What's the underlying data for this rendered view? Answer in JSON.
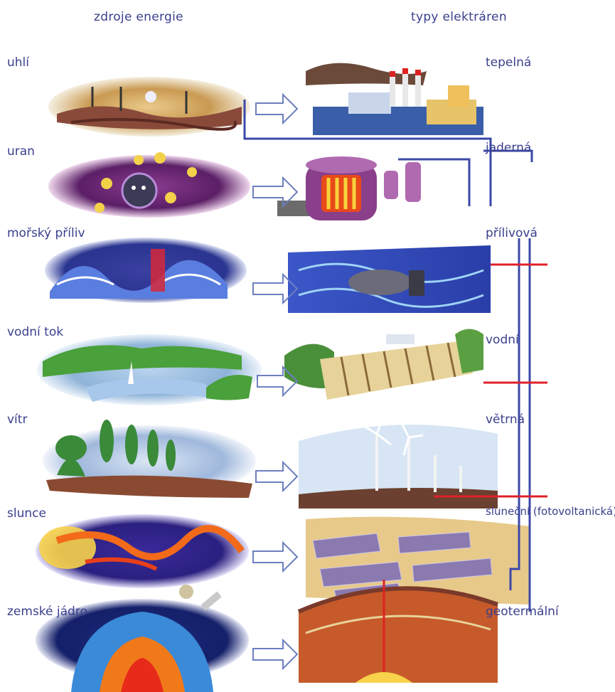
{
  "headers": {
    "sources": "zdroje energie",
    "plants": "typy elektráren"
  },
  "rows": [
    {
      "source": "uhlí",
      "plant": "tepelná",
      "icon": "coal-mining-icon",
      "plant_icon": "thermal-plant-icon"
    },
    {
      "source": "uran",
      "plant": "jaderná",
      "icon": "uranium-atom-icon",
      "plant_icon": "nuclear-reactor-icon"
    },
    {
      "source": "mořský příliv",
      "plant": "přílivová",
      "icon": "ocean-wave-icon",
      "plant_icon": "tidal-turbine-icon"
    },
    {
      "source": "vodní tok",
      "plant": "vodní",
      "icon": "river-icon",
      "plant_icon": "dam-icon"
    },
    {
      "source": "vítr",
      "plant": "větrná",
      "icon": "wind-trees-icon",
      "plant_icon": "wind-farm-icon"
    },
    {
      "source": "slunce",
      "plant": "sluneční (fotovoltanická)",
      "icon": "sun-flare-icon",
      "plant_icon": "solar-farm-icon"
    },
    {
      "source": "zemské jádro",
      "plant": "geotermální",
      "icon": "earth-core-icon",
      "plant_icon": "geothermal-icon"
    }
  ],
  "colors": {
    "text": "#3a3f8c",
    "arrow": "#6d7fc0",
    "wire_blue": "#3b48a8",
    "wire_red": "#e0202a"
  }
}
